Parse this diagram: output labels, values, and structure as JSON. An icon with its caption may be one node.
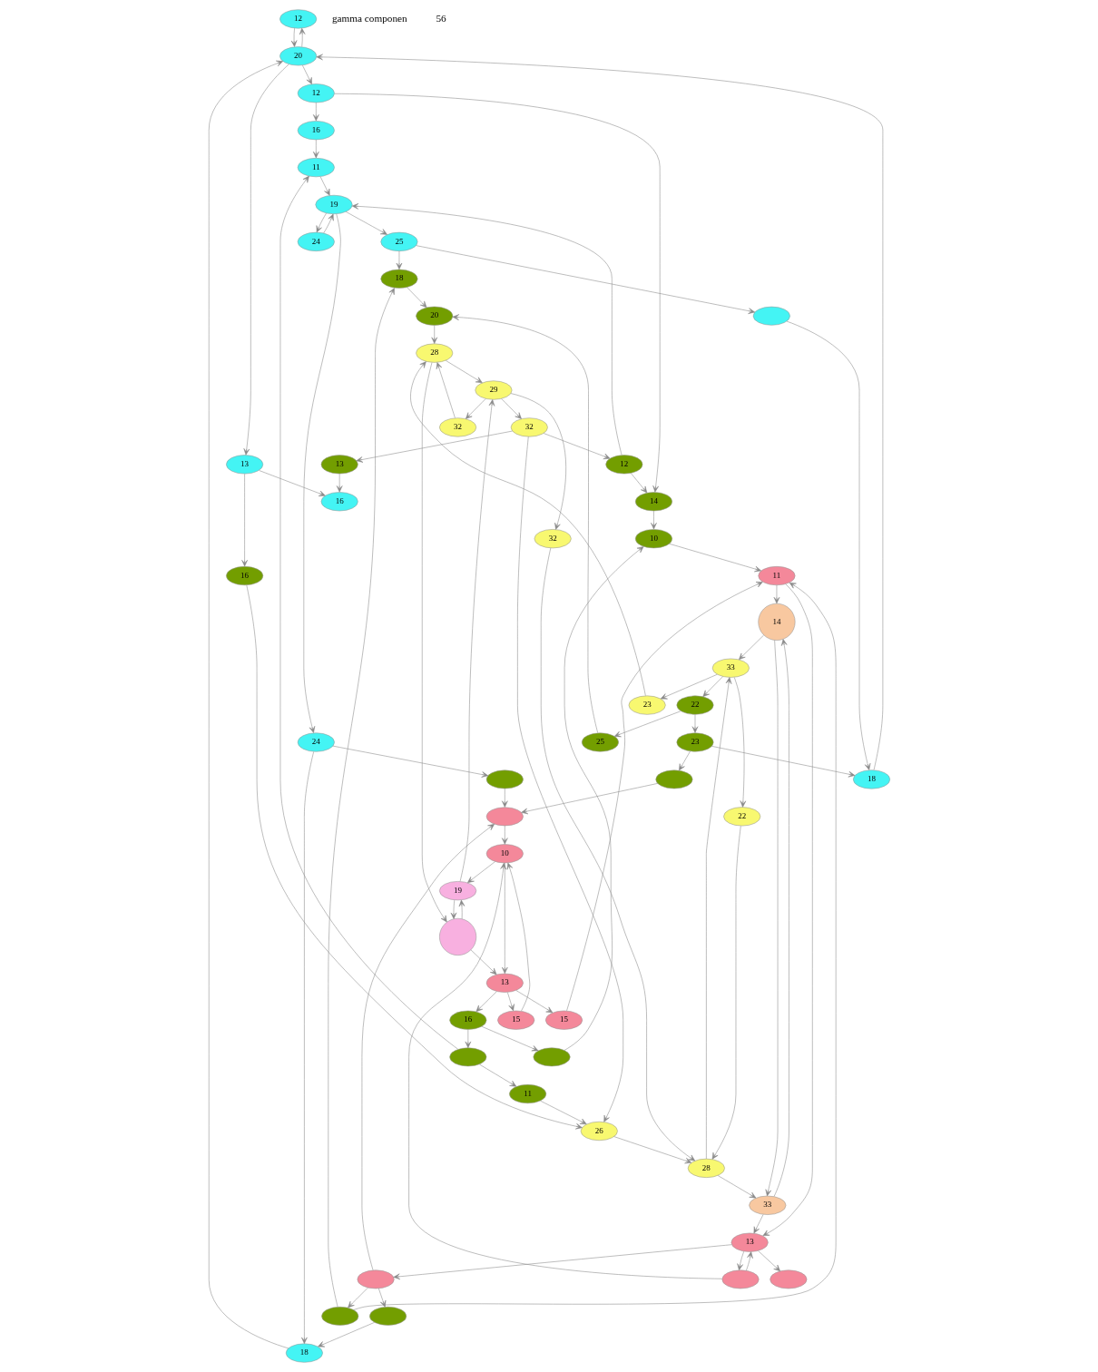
{
  "diagram": {
    "nodes": [
      {
        "text": [
          "12"
        ]
      },
      {
        "text": [],
        "shape": "ellipse"
      },
      {
        "text": [],
        "shape": "ellipse"
      },
      {
        "text": [
          "23"
        ]
      },
      {
        "text": [
          "18"
        ]
      },
      {
        "text": [
          "20"
        ]
      },
      {
        "text": [
          "13"
        ]
      },
      {
        "text": [
          "16"
        ]
      },
      {
        "text": [
          "13"
        ]
      },
      {
        "text": [
          "22"
        ]
      },
      {
        "text": [
          "12"
        ]
      },
      {
        "text": [
          "16"
        ]
      },
      {
        "text": [
          "12"
        ]
      },
      {
        "text": [
          "32"
        ]
      },
      {
        "text": [
          "10"
        ]
      },
      {
        "text": [
          "16"
        ]
      },
      {
        "text": [
          "14"
        ]
      },
      {
        "text": [
          "29"
        ]
      },
      {
        "text": [],
        "shape": "ellipse"
      },
      {
        "text": [
          "25"
        ]
      },
      {
        "text": [
          "19"
        ]
      },
      {
        "text": [
          "15"
        ]
      },
      {
        "text": [
          "10"
        ]
      },
      {
        "text": [
          "32"
        ]
      },
      {
        "text": [],
        "shape": "circle"
      },
      {
        "text": [
          "15"
        ]
      },
      {
        "text": [
          "11"
        ]
      },
      {
        "text": [
          "13"
        ]
      },
      {
        "text": [
          "33"
        ]
      },
      {
        "text": [
          "23"
        ]
      },
      {
        "text": [
          "28"
        ]
      },
      {
        "text": [
          "14"
        ]
      },
      {
        "text": [
          "22"
        ]
      },
      {
        "text": [],
        "shape": "ellipse"
      },
      {
        "text": [
          "20"
        ]
      },
      {
        "text": [
          "32"
        ]
      },
      {
        "text": [],
        "shape": "ellipse"
      },
      {
        "text": [
          "33"
        ]
      },
      {
        "text": [
          "28"
        ]
      },
      {
        "text": [],
        "shape": "ellipse"
      },
      {
        "text": [
          "18"
        ]
      },
      {
        "text": [
          "13"
        ]
      },
      {
        "text": [],
        "shape": "ellipse"
      },
      {
        "text": [
          "16"
        ]
      },
      {
        "text": [
          "25"
        ]
      },
      {
        "text": [],
        "shape": "ellipse"
      },
      {
        "text": [],
        "shape": "ellipse"
      },
      {
        "text": [
          "26"
        ]
      },
      {
        "text": [
          "11"
        ]
      },
      {
        "text": [],
        "shape": "ellipse"
      },
      {
        "text": [
          "11"
        ]
      },
      {
        "text": [
          "19"
        ]
      },
      {
        "text": [
          "24"
        ]
      },
      {
        "text": [
          "18"
        ]
      },
      {
        "text": [],
        "shape": "ellipse"
      },
      {
        "text": [
          "24"
        ]
      }
    ],
    "edges": [
      {
        "from": 5,
        "to": 0,
        "arrow": "to"
      },
      {
        "from": 0,
        "to": 5,
        "arrow": "to"
      },
      {
        "from": 2,
        "to": 1,
        "arrow": "to"
      },
      {
        "from": 3,
        "to": 2,
        "arrow": "to"
      },
      {
        "from": 3,
        "to": 4,
        "arrow": "to"
      },
      {
        "from": 4,
        "to": 5,
        "arrow": "to"
      },
      {
        "from": 5,
        "to": 6,
        "arrow": "to"
      },
      {
        "from": 6,
        "to": 7,
        "arrow": "to"
      },
      {
        "from": 8,
        "to": 7,
        "arrow": "to"
      },
      {
        "from": 9,
        "to": 3,
        "arrow": "to"
      },
      {
        "from": 5,
        "to": 10,
        "arrow": "to"
      },
      {
        "from": 6,
        "to": 11,
        "arrow": "to"
      },
      {
        "from": 13,
        "to": 8,
        "arrow": "to"
      },
      {
        "from": 17,
        "to": 13,
        "arrow": "to"
      },
      {
        "from": 20,
        "to": 17,
        "arrow": "to"
      },
      {
        "from": 1,
        "to": 14,
        "arrow": "to"
      },
      {
        "from": 10,
        "to": 15,
        "arrow": "to"
      },
      {
        "from": 10,
        "to": 16,
        "arrow": "to"
      },
      {
        "from": 13,
        "to": 12,
        "arrow": "to"
      },
      {
        "from": 12,
        "to": 16,
        "arrow": "to"
      },
      {
        "from": 16,
        "to": 22,
        "arrow": "to"
      },
      {
        "from": 22,
        "to": 26,
        "arrow": "to"
      },
      {
        "from": 53,
        "to": 5,
        "arrow": "to"
      },
      {
        "from": 11,
        "to": 47,
        "arrow": "to"
      },
      {
        "from": 36,
        "to": 22,
        "arrow": "to"
      },
      {
        "from": 25,
        "to": 26,
        "arrow": "to"
      },
      {
        "from": 42,
        "to": 26,
        "arrow": "to"
      },
      {
        "from": 45,
        "to": 1,
        "arrow": "to"
      },
      {
        "from": 46,
        "to": 1,
        "arrow": "to"
      },
      {
        "from": 14,
        "to": 27,
        "arrow": "to"
      },
      {
        "from": 14,
        "to": 20,
        "arrow": "to"
      },
      {
        "from": 21,
        "to": 14,
        "arrow": "to"
      },
      {
        "from": 18,
        "to": 14,
        "arrow": "to"
      },
      {
        "from": 41,
        "to": 18,
        "arrow": "to"
      },
      {
        "from": 18,
        "to": 41,
        "arrow": "to"
      },
      {
        "from": 27,
        "to": 21,
        "arrow": "to"
      },
      {
        "from": 27,
        "to": 25,
        "arrow": "to"
      },
      {
        "from": 24,
        "to": 27,
        "arrow": "to"
      },
      {
        "from": 28,
        "to": 9,
        "arrow": "to"
      },
      {
        "from": 27,
        "to": 43,
        "arrow": "to"
      },
      {
        "from": 31,
        "to": 28,
        "arrow": "to"
      },
      {
        "from": 28,
        "to": 29,
        "arrow": "to"
      },
      {
        "from": 28,
        "to": 32,
        "arrow": "to"
      },
      {
        "from": 38,
        "to": 28,
        "arrow": "to"
      },
      {
        "from": 29,
        "to": 30,
        "arrow": "to"
      },
      {
        "from": 32,
        "to": 38,
        "arrow": "to"
      },
      {
        "from": 35,
        "to": 38,
        "arrow": "to"
      },
      {
        "from": 47,
        "to": 38,
        "arrow": "to"
      },
      {
        "from": 38,
        "to": 37,
        "arrow": "to"
      },
      {
        "from": 34,
        "to": 30,
        "arrow": "to"
      },
      {
        "from": 23,
        "to": 30,
        "arrow": "to"
      },
      {
        "from": 30,
        "to": 24,
        "arrow": "to"
      },
      {
        "from": 30,
        "to": 17,
        "arrow": "to"
      },
      {
        "from": 26,
        "to": 31,
        "arrow": "to"
      },
      {
        "from": 37,
        "to": 31,
        "arrow": "to"
      },
      {
        "from": 31,
        "to": 37,
        "arrow": "to"
      },
      {
        "from": 41,
        "to": 33,
        "arrow": "to"
      },
      {
        "from": 19,
        "to": 34,
        "arrow": "to"
      },
      {
        "from": 40,
        "to": 34,
        "arrow": "to"
      },
      {
        "from": 17,
        "to": 35,
        "arrow": "to"
      },
      {
        "from": 17,
        "to": 23,
        "arrow": "to"
      },
      {
        "from": 43,
        "to": 36,
        "arrow": "to"
      },
      {
        "from": 44,
        "to": 39,
        "arrow": "to"
      },
      {
        "from": 44,
        "to": 40,
        "arrow": "to"
      },
      {
        "from": 42,
        "to": 40,
        "arrow": "to"
      },
      {
        "from": 37,
        "to": 41,
        "arrow": "to"
      },
      {
        "from": 26,
        "to": 41,
        "arrow": "to"
      },
      {
        "from": 41,
        "to": 46,
        "arrow": "to"
      },
      {
        "from": 46,
        "to": 42,
        "arrow": "to"
      },
      {
        "from": 46,
        "to": 54,
        "arrow": "to"
      },
      {
        "from": 52,
        "to": 45,
        "arrow": "to"
      },
      {
        "from": 39,
        "to": 4,
        "arrow": "to"
      },
      {
        "from": 15,
        "to": 50,
        "arrow": "to"
      },
      {
        "from": 12,
        "to": 51,
        "arrow": "to"
      },
      {
        "from": 48,
        "to": 47,
        "arrow": "to"
      },
      {
        "from": 49,
        "to": 48,
        "arrow": "to"
      },
      {
        "from": 49,
        "to": 50,
        "arrow": "to"
      },
      {
        "from": 43,
        "to": 49,
        "arrow": "to"
      },
      {
        "from": 50,
        "to": 51,
        "arrow": "to"
      },
      {
        "from": 51,
        "to": 52,
        "arrow": "to"
      },
      {
        "from": 52,
        "to": 53,
        "arrow": "to"
      },
      {
        "from": 54,
        "to": 53,
        "arrow": "to"
      },
      {
        "from": 51,
        "to": 44,
        "arrow": "to"
      },
      {
        "from": 55,
        "to": 51,
        "arrow": "to"
      },
      {
        "from": 51,
        "to": 55,
        "arrow": "to"
      },
      {
        "from": 13,
        "to": 47,
        "arrow": "to"
      },
      {
        "from": 20,
        "to": 24,
        "arrow": "to"
      },
      {
        "from": 24,
        "to": 20,
        "arrow": "to"
      },
      {
        "from": 9,
        "to": 19,
        "arrow": "to"
      }
    ],
    "labels": [
      "gamma componen",
      "56"
    ]
  }
}
